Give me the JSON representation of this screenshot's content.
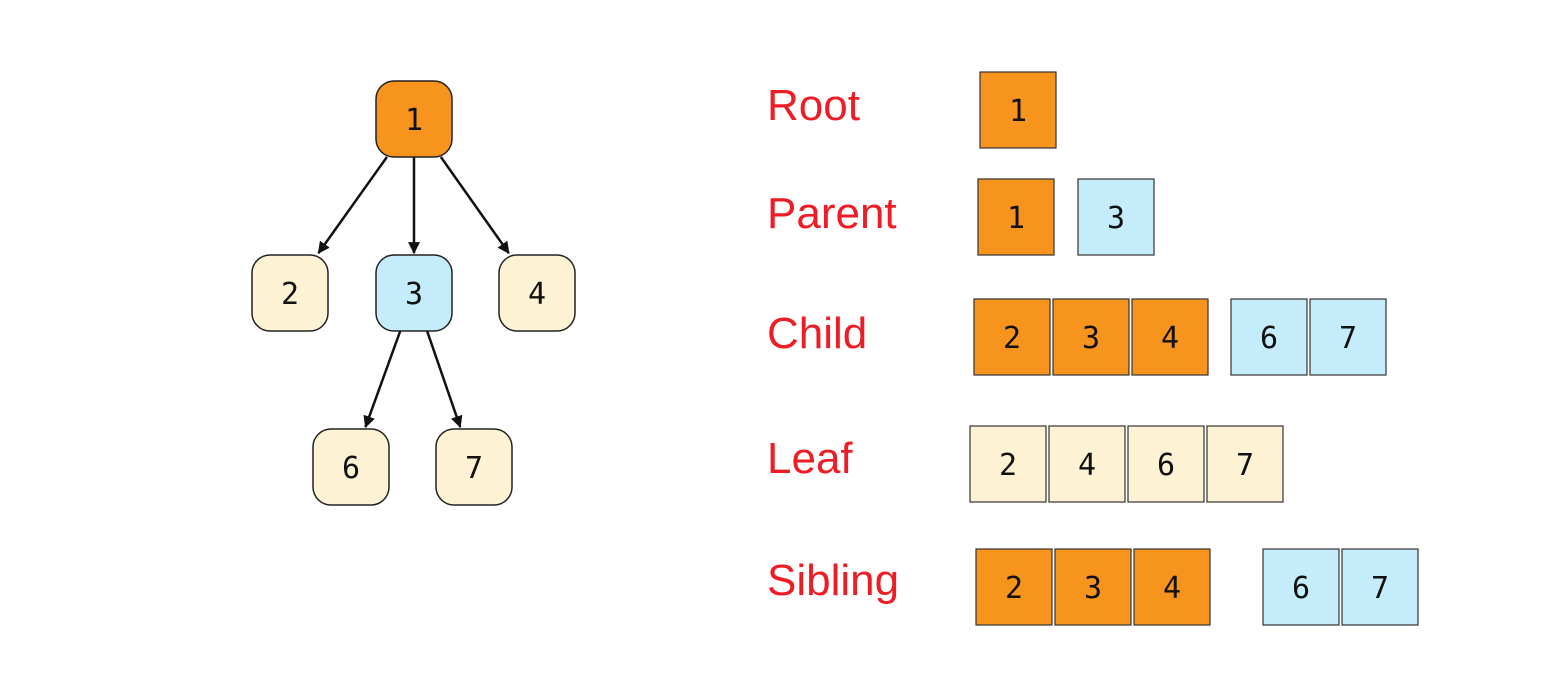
{
  "colors": {
    "orange": "#f7941e",
    "blue": "#c5ecfb",
    "cream": "#fdf2d3",
    "label_red": "#ee1c25",
    "stroke": "#333333"
  },
  "tree": {
    "nodes": [
      {
        "id": "1",
        "label": "1",
        "color": "orange"
      },
      {
        "id": "2",
        "label": "2",
        "color": "cream"
      },
      {
        "id": "3",
        "label": "3",
        "color": "blue"
      },
      {
        "id": "4",
        "label": "4",
        "color": "cream"
      },
      {
        "id": "6",
        "label": "6",
        "color": "cream"
      },
      {
        "id": "7",
        "label": "7",
        "color": "cream"
      }
    ],
    "edges": [
      {
        "from": "1",
        "to": "2"
      },
      {
        "from": "1",
        "to": "3"
      },
      {
        "from": "1",
        "to": "4"
      },
      {
        "from": "3",
        "to": "6"
      },
      {
        "from": "3",
        "to": "7"
      }
    ]
  },
  "legend": [
    {
      "label": "Root",
      "groups": [
        [
          {
            "value": "1",
            "color": "orange"
          }
        ]
      ]
    },
    {
      "label": "Parent",
      "groups": [
        [
          {
            "value": "1",
            "color": "orange"
          }
        ],
        [
          {
            "value": "3",
            "color": "blue"
          }
        ]
      ]
    },
    {
      "label": "Child",
      "groups": [
        [
          {
            "value": "2",
            "color": "orange"
          },
          {
            "value": "3",
            "color": "orange"
          },
          {
            "value": "4",
            "color": "orange"
          }
        ],
        [
          {
            "value": "6",
            "color": "blue"
          },
          {
            "value": "7",
            "color": "blue"
          }
        ]
      ]
    },
    {
      "label": "Leaf",
      "groups": [
        [
          {
            "value": "2",
            "color": "cream"
          },
          {
            "value": "4",
            "color": "cream"
          },
          {
            "value": "6",
            "color": "cream"
          },
          {
            "value": "7",
            "color": "cream"
          }
        ]
      ]
    },
    {
      "label": "Sibling",
      "groups": [
        [
          {
            "value": "2",
            "color": "orange"
          },
          {
            "value": "3",
            "color": "orange"
          },
          {
            "value": "4",
            "color": "orange"
          }
        ],
        [
          {
            "value": "6",
            "color": "blue"
          },
          {
            "value": "7",
            "color": "blue"
          }
        ]
      ]
    }
  ]
}
